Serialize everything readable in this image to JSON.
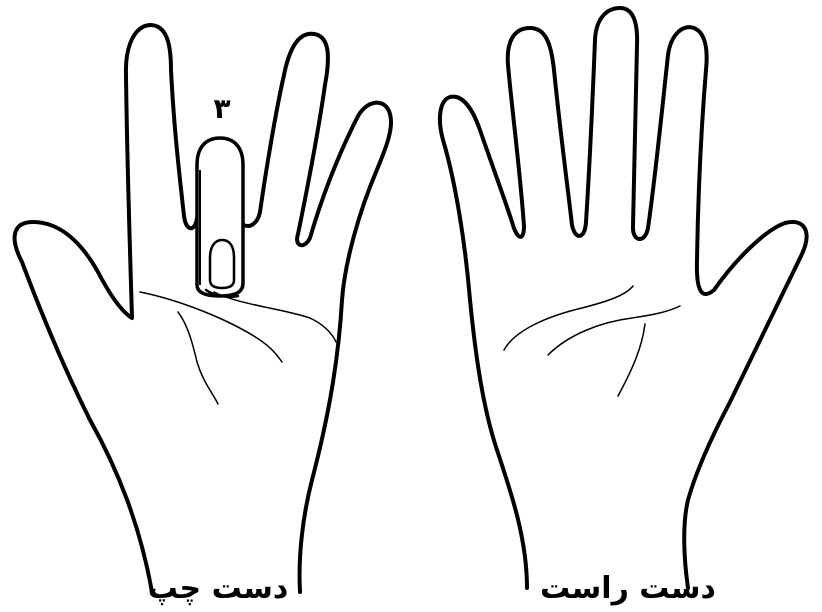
{
  "left_hand": {
    "caption": "دست چپ",
    "finger_number": "۳"
  },
  "right_hand": {
    "caption": "دست راست"
  }
}
